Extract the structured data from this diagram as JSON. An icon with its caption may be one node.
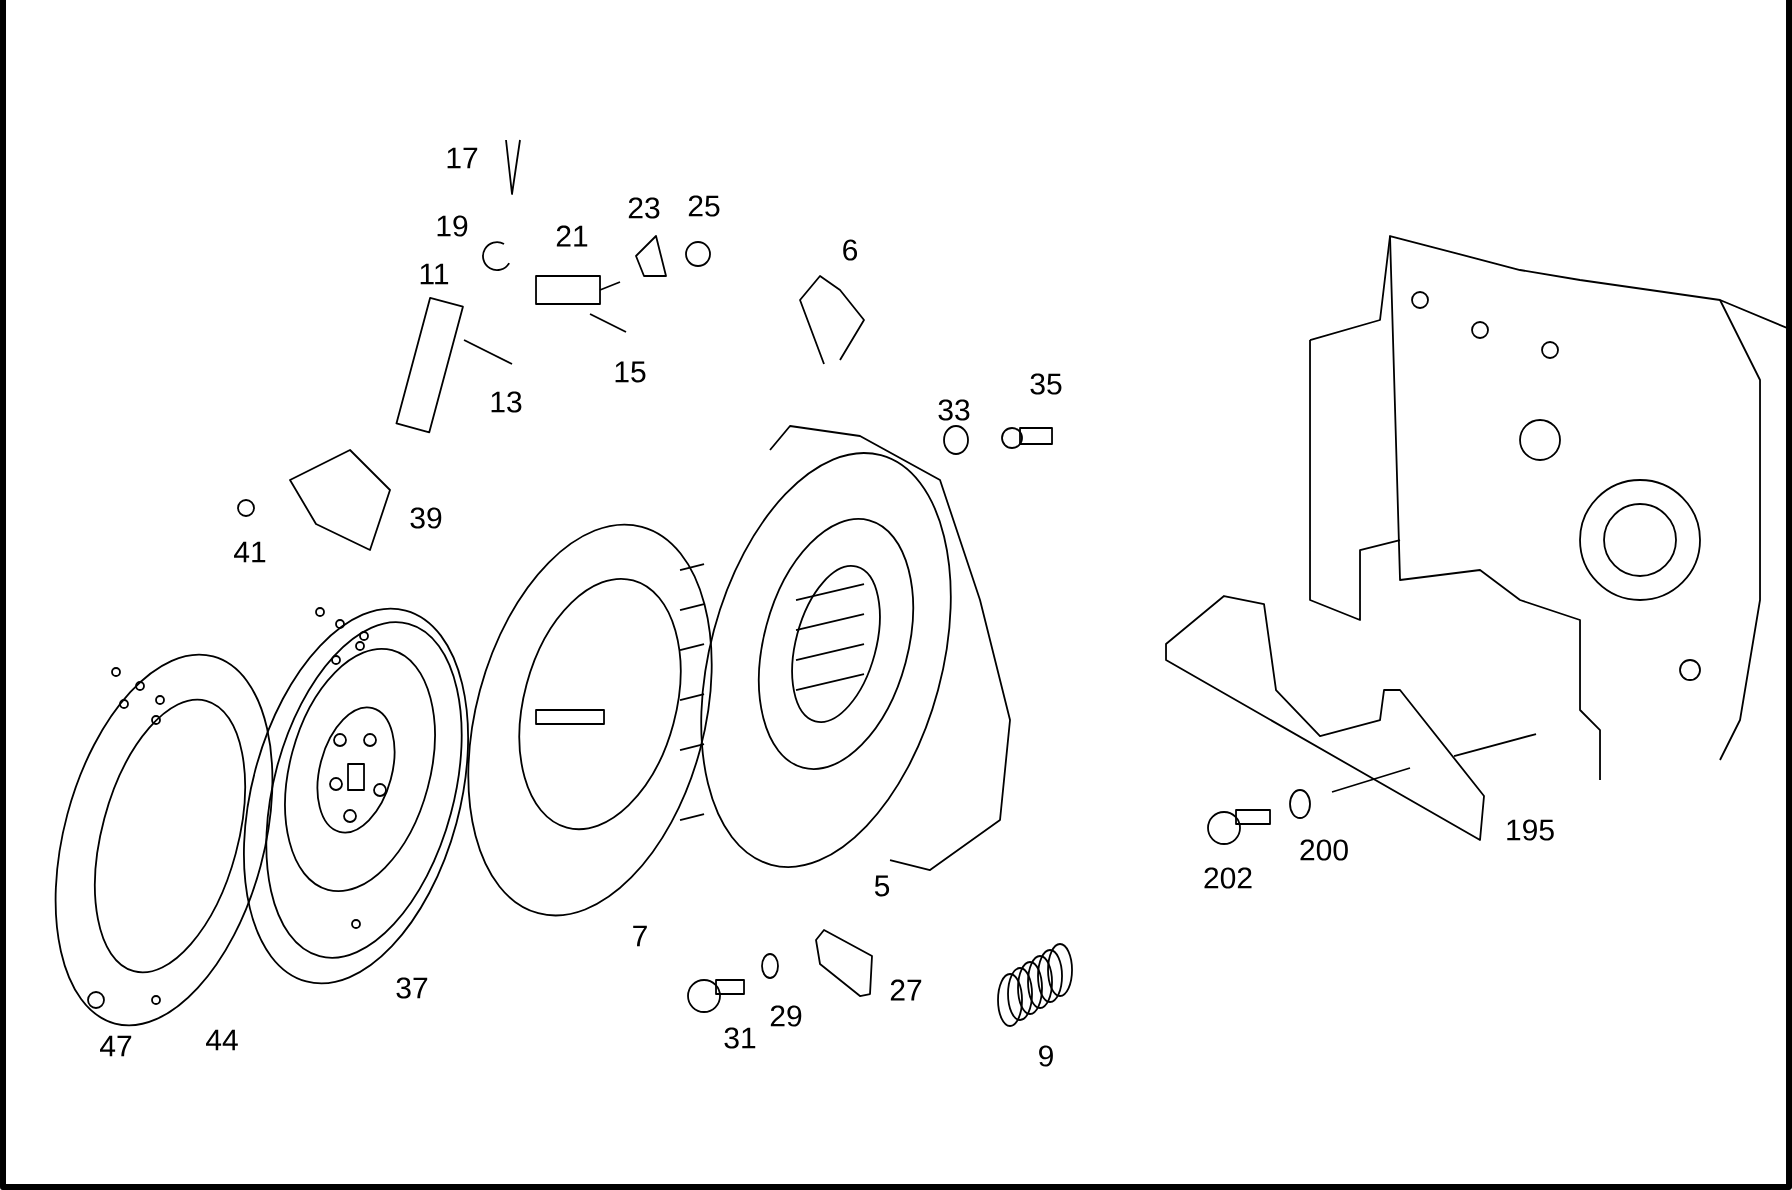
{
  "diagram": {
    "labels": [
      "17",
      "25",
      "23",
      "19",
      "21",
      "6",
      "11",
      "15",
      "35",
      "13",
      "33",
      "39",
      "41",
      "200",
      "195",
      "202",
      "5",
      "7",
      "37",
      "27",
      "29",
      "44",
      "31",
      "47",
      "9"
    ]
  }
}
